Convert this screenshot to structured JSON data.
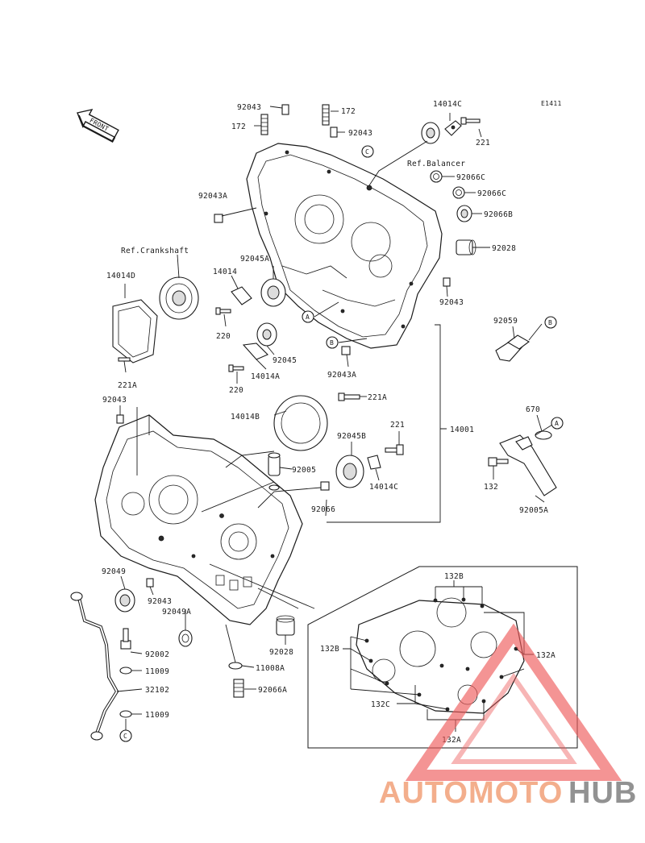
{
  "diagram": {
    "code": "E1411",
    "front_label": "FRONT",
    "ref_labels": {
      "balancer": "Ref.Balancer",
      "crankshaft": "Ref.Crankshaft"
    },
    "callouts": {
      "a": "A",
      "b": "B",
      "c": "C"
    },
    "labels": {
      "p92043_top": "92043",
      "p172_left": "172",
      "p172_right": "172",
      "p92043_mid": "92043",
      "p14014C_top": "14014C",
      "p221_top": "221",
      "p92066C_1": "92066C",
      "p92066C_2": "92066C",
      "p92066B": "92066B",
      "p92028_top": "92028",
      "p92043A_left": "92043A",
      "p92043_right": "92043",
      "p14014D": "14014D",
      "p14014": "14014",
      "p92045A": "92045A",
      "p220_1": "220",
      "p92045": "92045",
      "p14014A": "14014A",
      "p220_2": "220",
      "p221A_left": "221A",
      "p92043A_mid": "92043A",
      "p92059": "92059",
      "p92043_leftcase": "92043",
      "p14014B": "14014B",
      "p221A_mid": "221A",
      "p221_mid": "221",
      "p92045B": "92045B",
      "p14001": "14001",
      "p670": "670",
      "p92005": "92005",
      "p14014C_mid": "14014C",
      "p92066": "92066",
      "p132": "132",
      "p92005A": "92005A",
      "p92049": "92049",
      "p92043_low": "92043",
      "p92049A": "92049A",
      "p92028_low": "92028",
      "p92002": "92002",
      "p11009_1": "11009",
      "p11008A": "11008A",
      "p32102": "32102",
      "p92066A": "92066A",
      "p11009_2": "11009",
      "p132B_top": "132B",
      "p132B_left": "132B",
      "p132A_right": "132A",
      "p132C": "132C",
      "p132A_bottom": "132A"
    }
  },
  "watermark": {
    "part1": "AUTOMOTO",
    "part2": "HUB",
    "color_primary": "#f2a078",
    "color_secondary": "#6e6e6e",
    "color_triangle": "#ee5a5a"
  }
}
